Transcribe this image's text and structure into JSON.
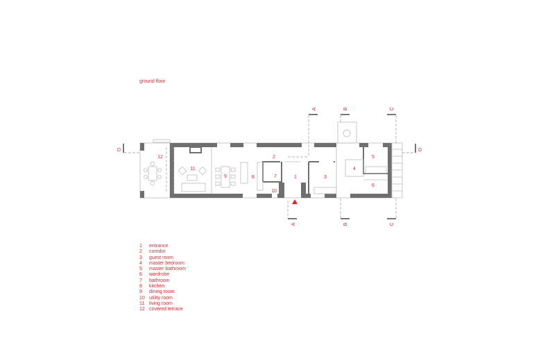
{
  "title": "ground floor",
  "accent_color": "#e3222b",
  "rooms": [
    {
      "num": "1",
      "name": "entrance"
    },
    {
      "num": "2",
      "name": "corridor"
    },
    {
      "num": "3",
      "name": "guest room"
    },
    {
      "num": "4",
      "name": "master bedroom"
    },
    {
      "num": "5",
      "name": "master bathroom"
    },
    {
      "num": "6",
      "name": "wardrobe"
    },
    {
      "num": "7",
      "name": "bathroom"
    },
    {
      "num": "8",
      "name": "kitchen"
    },
    {
      "num": "9",
      "name": "dining room"
    },
    {
      "num": "10",
      "name": "utility room"
    },
    {
      "num": "11",
      "name": "living room"
    },
    {
      "num": "12",
      "name": "covered terrace"
    }
  ],
  "sections": {
    "a": "A",
    "b": "B",
    "c": "C",
    "d": "D"
  }
}
